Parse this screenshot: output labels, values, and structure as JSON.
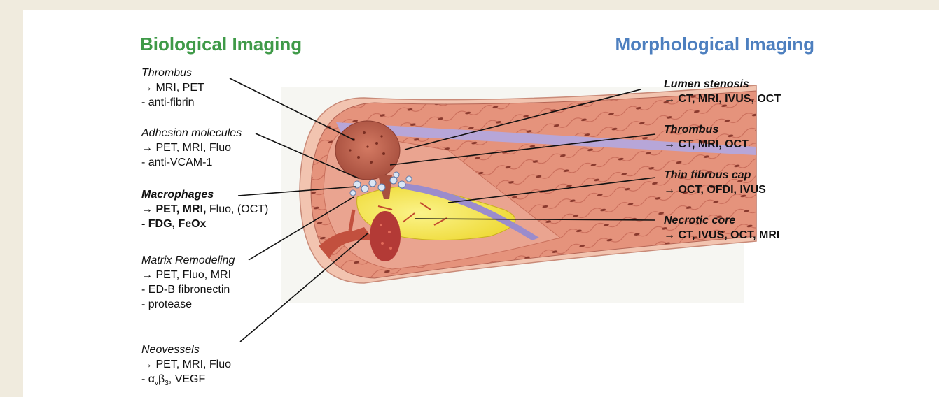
{
  "headings": {
    "biological": "Biological Imaging",
    "morphological": "Morphological Imaging"
  },
  "left_labels": {
    "thrombus": {
      "title": "Thrombus",
      "modalities": "→ MRI, PET",
      "target": "- anti-fibrin"
    },
    "adhesion": {
      "title": "Adhesion molecules",
      "modalities": "→ PET, MRI, Fluo",
      "target": "- anti-VCAM-1"
    },
    "macrophages": {
      "title": "Macrophages",
      "modalities_bold": "→ PET, MRI,",
      "modalities_rest": " Fluo, (OCT)",
      "target": "- FDG, FeOx"
    },
    "matrix": {
      "title": "Matrix Remodeling",
      "modalities": "→ PET, Fluo, MRI",
      "target1": "- ED-B fibronectin",
      "target2": "- protease"
    },
    "neovessels": {
      "title": "Neovessels",
      "modalities": "→ PET, MRI, Fluo",
      "target_prefix": "- α",
      "target_sub1": "v",
      "target_mid": "β",
      "target_sub2": "3",
      "target_suffix": ", VEGF"
    }
  },
  "right_labels": {
    "lumen": {
      "title": "Lumen stenosis",
      "modalities": "→ CT, MRI, IVUS, OCT"
    },
    "thrombus": {
      "title": "Thrombus",
      "modalities": "→ CT, MRI, OCT"
    },
    "cap": {
      "title": "Thin fibrous cap",
      "modalities": "→ OCT, OFDI, IVUS"
    },
    "necrotic": {
      "title": "Necrotic core",
      "modalities": "→ CT, IVUS, OCT, MRI"
    }
  },
  "colors": {
    "background": "#f0ebde",
    "panel": "#ffffff",
    "biological_heading": "#3f9a48",
    "morphological_heading": "#4d7fbf",
    "vessel_wall": "#e08a7a",
    "adventitia": "#f2c4b0",
    "lumen": "#eaa490",
    "necrotic_core": "#f7ea4a",
    "fibrous_cap": "#b7a6d8",
    "thrombus": "#b85a48",
    "leader_line": "#111111"
  }
}
